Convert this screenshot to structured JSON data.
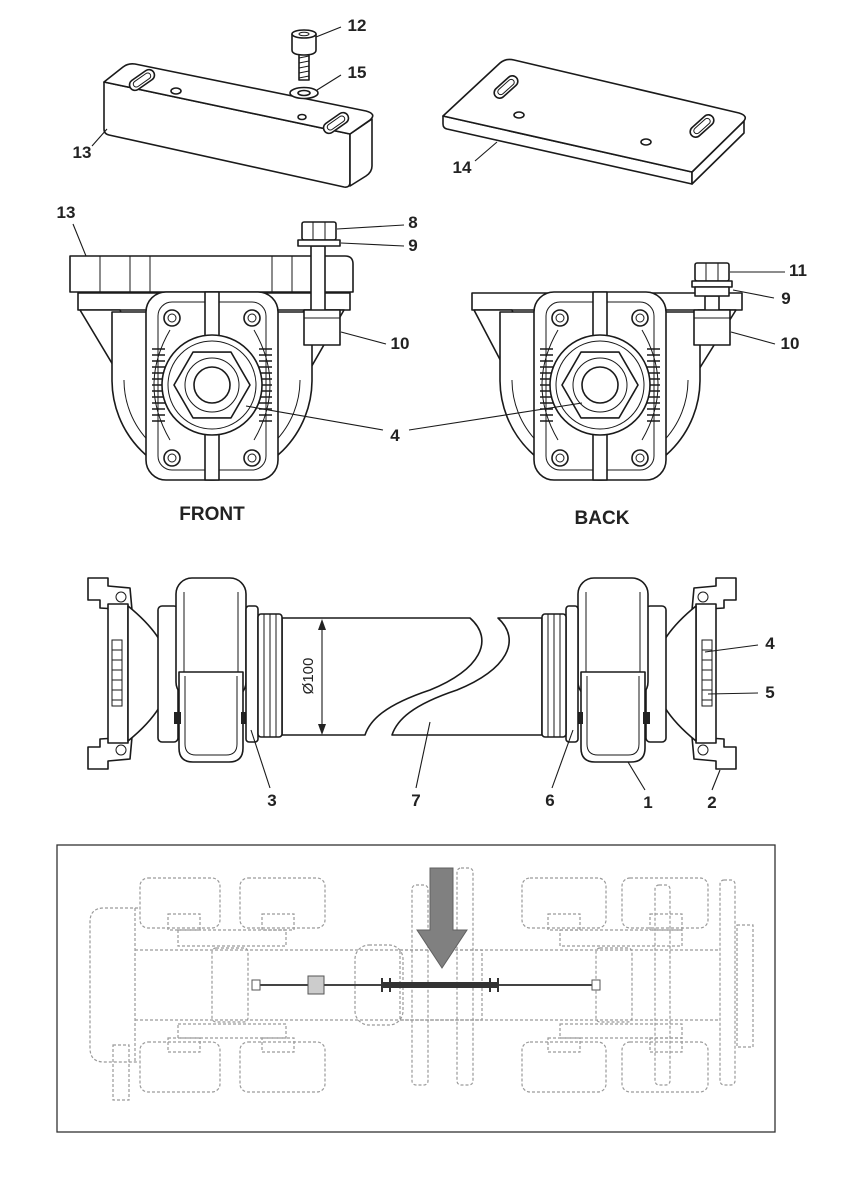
{
  "labels": {
    "top_screw": "12",
    "top_washer": "15",
    "top_block": "13",
    "top_plate": "14",
    "front_block": "13",
    "front_bolt": "8",
    "front_washer": "9",
    "front_spacer": "10",
    "center_part": "4",
    "back_bolt": "11",
    "back_washer": "9",
    "back_spacer": "10",
    "shaft_part_4": "4",
    "shaft_part_5": "5",
    "shaft_part_3": "3",
    "shaft_tube": "7",
    "shaft_part_6": "6",
    "shaft_bearing": "1",
    "shaft_flange": "2"
  },
  "views": {
    "front": "FRONT",
    "back": "BACK"
  },
  "dimension": "Ø100",
  "colors": {
    "lines": "#1a1a1a",
    "arrow": "#808080",
    "inset_outline": "#9a9a9a"
  }
}
